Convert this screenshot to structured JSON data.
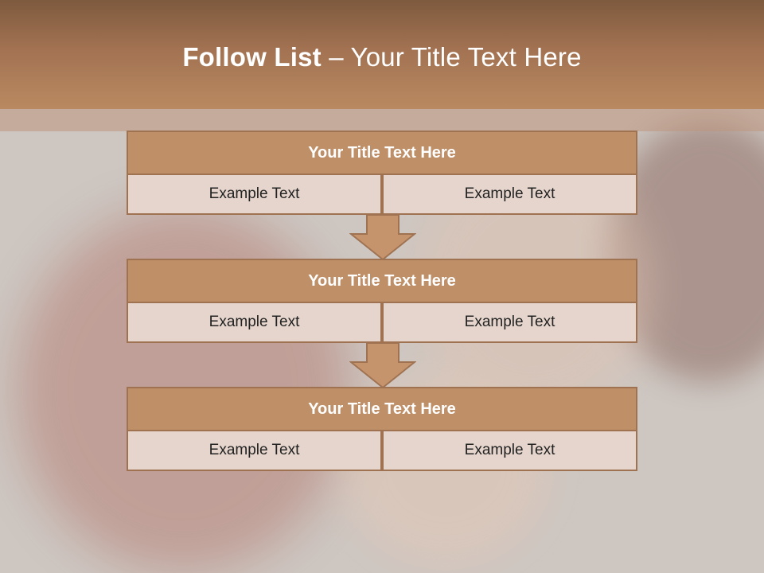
{
  "header": {
    "title_bold": "Follow List",
    "title_rest": " – Your Title Text Here"
  },
  "steps": [
    {
      "title": "Your Title Text Here",
      "left": "Example Text",
      "right": "Example Text"
    },
    {
      "title": "Your Title Text Here",
      "left": "Example Text",
      "right": "Example Text"
    },
    {
      "title": "Your Title Text Here",
      "left": "Example Text",
      "right": "Example Text"
    }
  ],
  "colors": {
    "header": "#a27252",
    "box_title": "#bf8f68",
    "box_cell": "#e5d5cc",
    "border": "#9f7352"
  }
}
